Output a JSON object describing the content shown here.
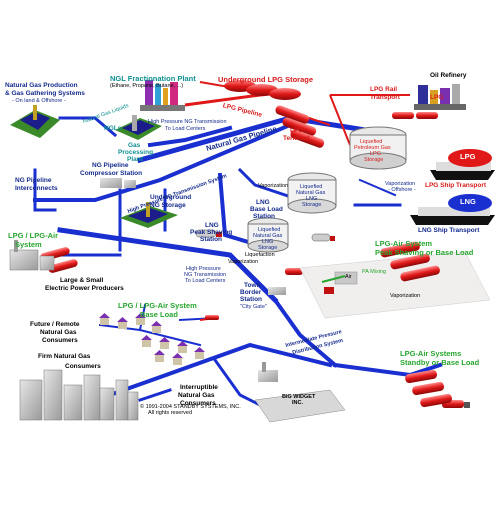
{
  "colors": {
    "pipeline": "#1a2fd0",
    "lpg": "#e01818",
    "label_navy": "#142a8c",
    "label_red": "#d81a1a",
    "label_green": "#27a52e",
    "building": "#b5b5b5"
  },
  "labels": {
    "ngl_plant": "NGL Fractionation Plant",
    "ngl_plant_sub": "(Ethane, Propane, Butane, ...)",
    "underground_lpg": "Underground LPG Storage",
    "oil_refinery": "Oil Refinery",
    "ng_production_1": "Natural Gas Production",
    "ng_production_2": "& Gas Gathering Systems",
    "ng_production_sub": "- On land & Offshore -",
    "natural_gas_liquids": "Natural Gas Liquids",
    "ngls": "NGLs",
    "gas_processing_1": "Gas",
    "gas_processing_2": "Processing",
    "gas_processing_3": "Plant",
    "lpg_pipeline": "LPG Pipeline",
    "lpg_rail_1": "LPG Rail",
    "lpg_rail_2": "Transport",
    "hp_ng_transmission_small_1": "High Pressure NG Transmission",
    "hp_ng_transmission_small_2": "To Load Centers",
    "lpg_terminal_1": "LPG",
    "lpg_terminal_2": "Terminal",
    "liquefied_petroleum_1": "Liquefied",
    "liquefied_petroleum_2": "Petroleum Gas",
    "liquefied_petroleum_3": "LPG",
    "liquefied_petroleum_4": "Storage",
    "natural_gas_pipeline": "Natural Gas Pipeline",
    "lpg_ship_label": "LPG",
    "lpg_ship_transport": "LPG Ship Transport",
    "compressor_1": "NG Pipeline",
    "compressor_2": "Compressor Station",
    "hp_ng_transmission_system": "High Pressure NG Transmission System",
    "ng_pipeline_interconnects_1": "NG Pipeline",
    "ng_pipeline_interconnects_2": "Interconnects",
    "vaporization_1": "Vaporization",
    "lng_base_1": "LNG",
    "lng_base_2": "Base Load",
    "lng_base_3": "Station",
    "liquefied_ng_1": "Liquefied",
    "liquefied_ng_2": "Natural Gas",
    "liquefied_ng_3": "LNG",
    "liquefied_ng_4": "Storage",
    "vaporization_offshore_1": "Vaporization",
    "vaporization_offshore_2": "- Offshore -",
    "lng_ship_label": "LNG",
    "lng_ship_transport": "LNG Ship Transport",
    "underground_ng_1": "Underground",
    "underground_ng_2": "NG Storage",
    "lng_peak_1": "LNG",
    "lng_peak_2": "Peak Shaving",
    "lng_peak_3": "Station",
    "liquefied_ng2_1": "Liquefied",
    "liquefied_ng2_2": "Natural Gas",
    "liquefied_ng2_3": "LNG",
    "liquefied_ng2_4": "Storage",
    "liquefaction": "Liquefaction",
    "vaporization_2": "Vaporization",
    "lpg_air_system_1": "LPG / LPG-Air",
    "lpg_air_system_2": "System",
    "lpg_air_peak_1": "LPG-Air System",
    "lpg_air_peak_2": "Peak Shaving or Base Load",
    "large_small_1": "Large & Small",
    "large_small_2": "Electric Power Producers",
    "hp_ng_load_1": "High Pressure",
    "hp_ng_load_2": "NG Transmission",
    "hp_ng_load_3": "To Load Centers",
    "town_border_1": "Town",
    "town_border_2": "Border",
    "town_border_3": "Station",
    "town_border_4": "\"City Gate\"",
    "air": "Air",
    "pa_mixing": "PA Mixing",
    "vaporization_3": "Vaporization",
    "lpg_base_load_1": "LPG / LPG-Air System",
    "lpg_base_load_2": "Base Load",
    "future_remote_1": "Future / Remote",
    "future_remote_2": "Natural Gas",
    "future_remote_3": "Consumers",
    "intermediate_pressure_1": "Intermediate Pressure",
    "intermediate_pressure_2": "Distribution System",
    "firm_ng_1": "Firm Natural Gas",
    "firm_ng_2": "Consumers",
    "lpg_air_standby_1": "LPG-Air Systems",
    "lpg_air_standby_2": "Standby or Base Load",
    "interruptible_1": "Interruptible",
    "interruptible_2": "Natural Gas",
    "interruptible_3": "Consumers",
    "big_widget_1": "BIG WIDGET",
    "big_widget_2": "INC.",
    "copyright_1": "© 1991-2004 STANDBY SYSTEMS, INC.",
    "copyright_2": "All rights reserved"
  },
  "icons": {
    "wellhead": "wellhead-icon",
    "tank": "tank-icon",
    "truck": "tanker-truck-icon",
    "ship": "ship-icon",
    "house": "house-icon",
    "factory": "factory-icon",
    "building": "office-building-icon"
  }
}
